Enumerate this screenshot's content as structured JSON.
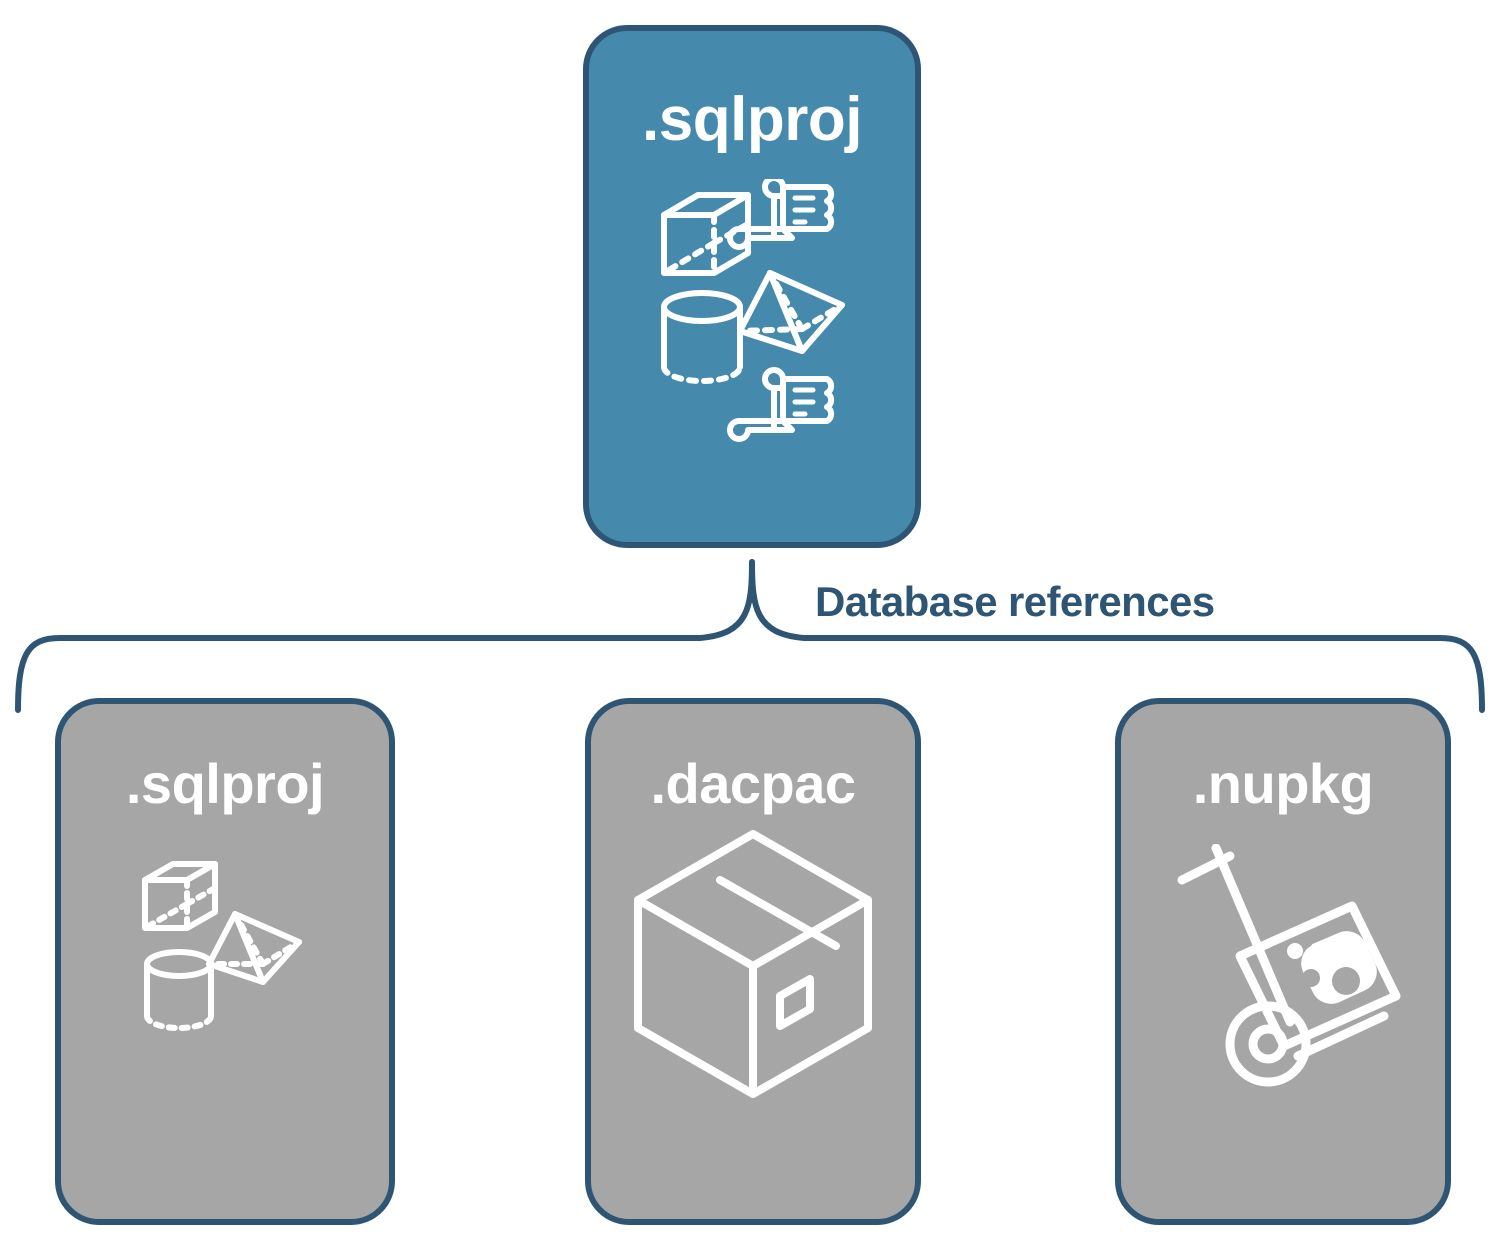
{
  "diagram": {
    "title_text": "Database references",
    "colors": {
      "primary_fill": "#4589ac",
      "secondary_fill": "#a6a6a6",
      "stroke": "#2e5674",
      "icon": "#ffffff",
      "background": "#ffffff"
    }
  },
  "root_node": {
    "label": ".sqlproj",
    "fill": "#4589ac",
    "icons": [
      "cube-icon",
      "scroll-icon",
      "pyramid-icon",
      "cylinder-icon",
      "scroll-icon"
    ]
  },
  "connector": {
    "label": "Database references",
    "style": "curly-brace",
    "color": "#2e5674"
  },
  "reference_nodes": [
    {
      "label": ".sqlproj",
      "fill": "#a6a6a6",
      "icons": [
        "cube-icon",
        "pyramid-icon",
        "cylinder-icon"
      ]
    },
    {
      "label": ".dacpac",
      "fill": "#a6a6a6",
      "icons": [
        "package-box-icon"
      ]
    },
    {
      "label": ".nupkg",
      "fill": "#a6a6a6",
      "icons": [
        "hand-truck-icon",
        "nuget-package-icon"
      ]
    }
  ]
}
